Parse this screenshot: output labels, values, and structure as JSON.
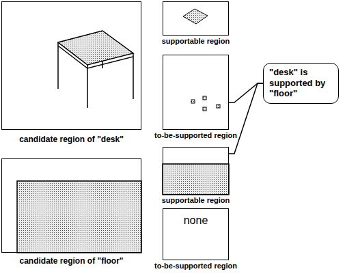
{
  "diagram": {
    "nodes": [
      {
        "text": [
          "candidate region of \"desk\""
        ]
      },
      {
        "text": [
          "supportable region"
        ]
      },
      {
        "text": [
          "to-be-supported region"
        ]
      },
      {
        "text": [
          "\"desk\" is supported by \"floor\""
        ]
      },
      {
        "text": [
          "candidate region of \"floor\""
        ]
      },
      {
        "text": [
          "supportable region"
        ]
      },
      {
        "text": [
          "none",
          "to-be-supported region"
        ]
      }
    ],
    "edges": [
      {
        "from": 2,
        "to": 3,
        "arrow": "none"
      },
      {
        "from": 5,
        "to": 3,
        "arrow": "none"
      }
    ]
  }
}
